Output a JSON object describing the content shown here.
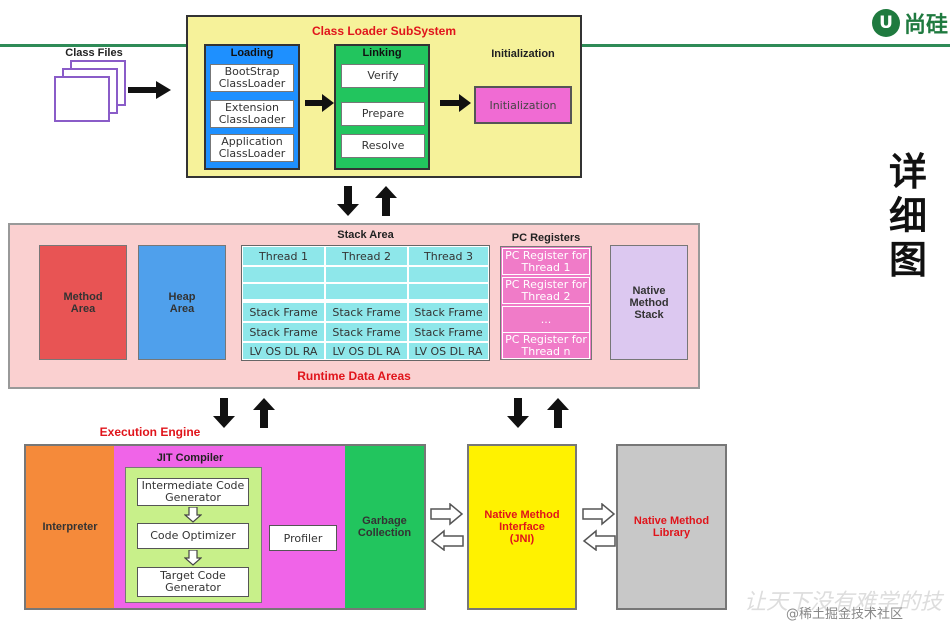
{
  "branding": {
    "logo_mark": "U",
    "logo_text": "尚硅"
  },
  "side_title": [
    "详",
    "细",
    "图"
  ],
  "class_files": {
    "label": "Class Files"
  },
  "class_loader": {
    "title": "Class Loader SubSystem",
    "loading": {
      "title": "Loading",
      "items": [
        {
          "line1": "BootStrap",
          "line2": "ClassLoader"
        },
        {
          "line1": "Extension",
          "line2": "ClassLoader"
        },
        {
          "line1": "Application",
          "line2": "ClassLoader"
        }
      ]
    },
    "linking": {
      "title": "Linking",
      "items": [
        "Verify",
        "Prepare",
        "Resolve"
      ]
    },
    "initialization": {
      "title": "Initialization",
      "box": "Initialization"
    }
  },
  "runtime": {
    "title": "Runtime Data Areas",
    "method_area": {
      "line1": "Method",
      "line2": "Area"
    },
    "heap_area": {
      "line1": "Heap",
      "line2": "Area"
    },
    "stack_area": {
      "title": "Stack Area",
      "threads": [
        "Thread 1",
        "Thread 2",
        "Thread 3"
      ],
      "row_frame": "Stack Frame",
      "row_lv": "LV OS DL RA"
    },
    "pc_registers": {
      "title": "PC Registers",
      "items": [
        {
          "line1": "PC Register for",
          "line2": "Thread 1"
        },
        {
          "line1": "PC Register for",
          "line2": "Thread 2"
        },
        {
          "line1": "...",
          "line2": ""
        },
        {
          "line1": "PC Register for",
          "line2": "Thread n"
        }
      ]
    },
    "native_stack": {
      "line1": "Native",
      "line2": "Method",
      "line3": "Stack"
    }
  },
  "execution_engine": {
    "title": "Execution Engine",
    "interpreter": "Interpreter",
    "jit": {
      "title": "JIT Compiler",
      "items": [
        {
          "line1": "Intermediate Code",
          "line2": "Generator"
        },
        {
          "line1": "Code Optimizer",
          "line2": ""
        },
        {
          "line1": "Target Code",
          "line2": "Generator"
        }
      ],
      "profiler": "Profiler"
    },
    "gc": {
      "line1": "Garbage",
      "line2": "Collection"
    }
  },
  "jni": {
    "line1": "Native Method",
    "line2": "Interface",
    "line3": "(JNI)"
  },
  "native_library": {
    "line1": "Native Method",
    "line2": "Library"
  },
  "watermark": "让天下没有难学的技",
  "credit": "@稀土掘金技术社区",
  "colors": {
    "title_red": "#e0141b",
    "loader_yellow": "#f6f29a",
    "loading_blue": "#1e90ff",
    "linking_green": "#22c55e",
    "init_pink": "#f06bd3",
    "runtime_pink": "#fad0d0",
    "method_red": "#e85454",
    "heap_blue": "#4fa0ec",
    "stack_cyan": "#8ee7ea",
    "native_stack_lilac": "#dcc8f0",
    "interpreter_orange": "#f58a3a",
    "jit_magenta": "#f064e8",
    "jit_inner_green": "#c8f08a",
    "jni_yellow": "#fff200",
    "native_lib_gray": "#c8c8c8"
  }
}
